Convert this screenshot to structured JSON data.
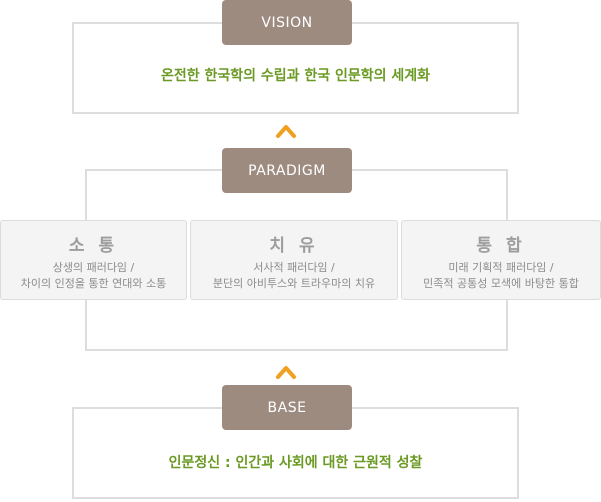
{
  "vision": {
    "label": "VISION",
    "text": "온전한 한국학의 수립과 한국 인문학의 세계화"
  },
  "paradigm": {
    "label": "PARADIGM",
    "cards": [
      {
        "title": "소 통",
        "line1": "상생의 패러다임 /",
        "line2": "차이의 인정을 통한 연대와 소통"
      },
      {
        "title": "치 유",
        "line1": "서사적 패러다임 /",
        "line2": "분단의 아비투스와 트라우마의 치유"
      },
      {
        "title": "통 합",
        "line1": "미래 기획적 패러다임 /",
        "line2": "민족적 공통성 모색에 바탕한 통합"
      }
    ]
  },
  "base": {
    "label": "BASE",
    "text": "인문정신 : 인간과 사회에 대한 근원적 성찰"
  },
  "colors": {
    "label_bg": "#9e8b80",
    "accent_text": "#6a9a23",
    "arrow": "#f0a020"
  },
  "icons": {
    "arrow": "chevron-up-icon"
  }
}
